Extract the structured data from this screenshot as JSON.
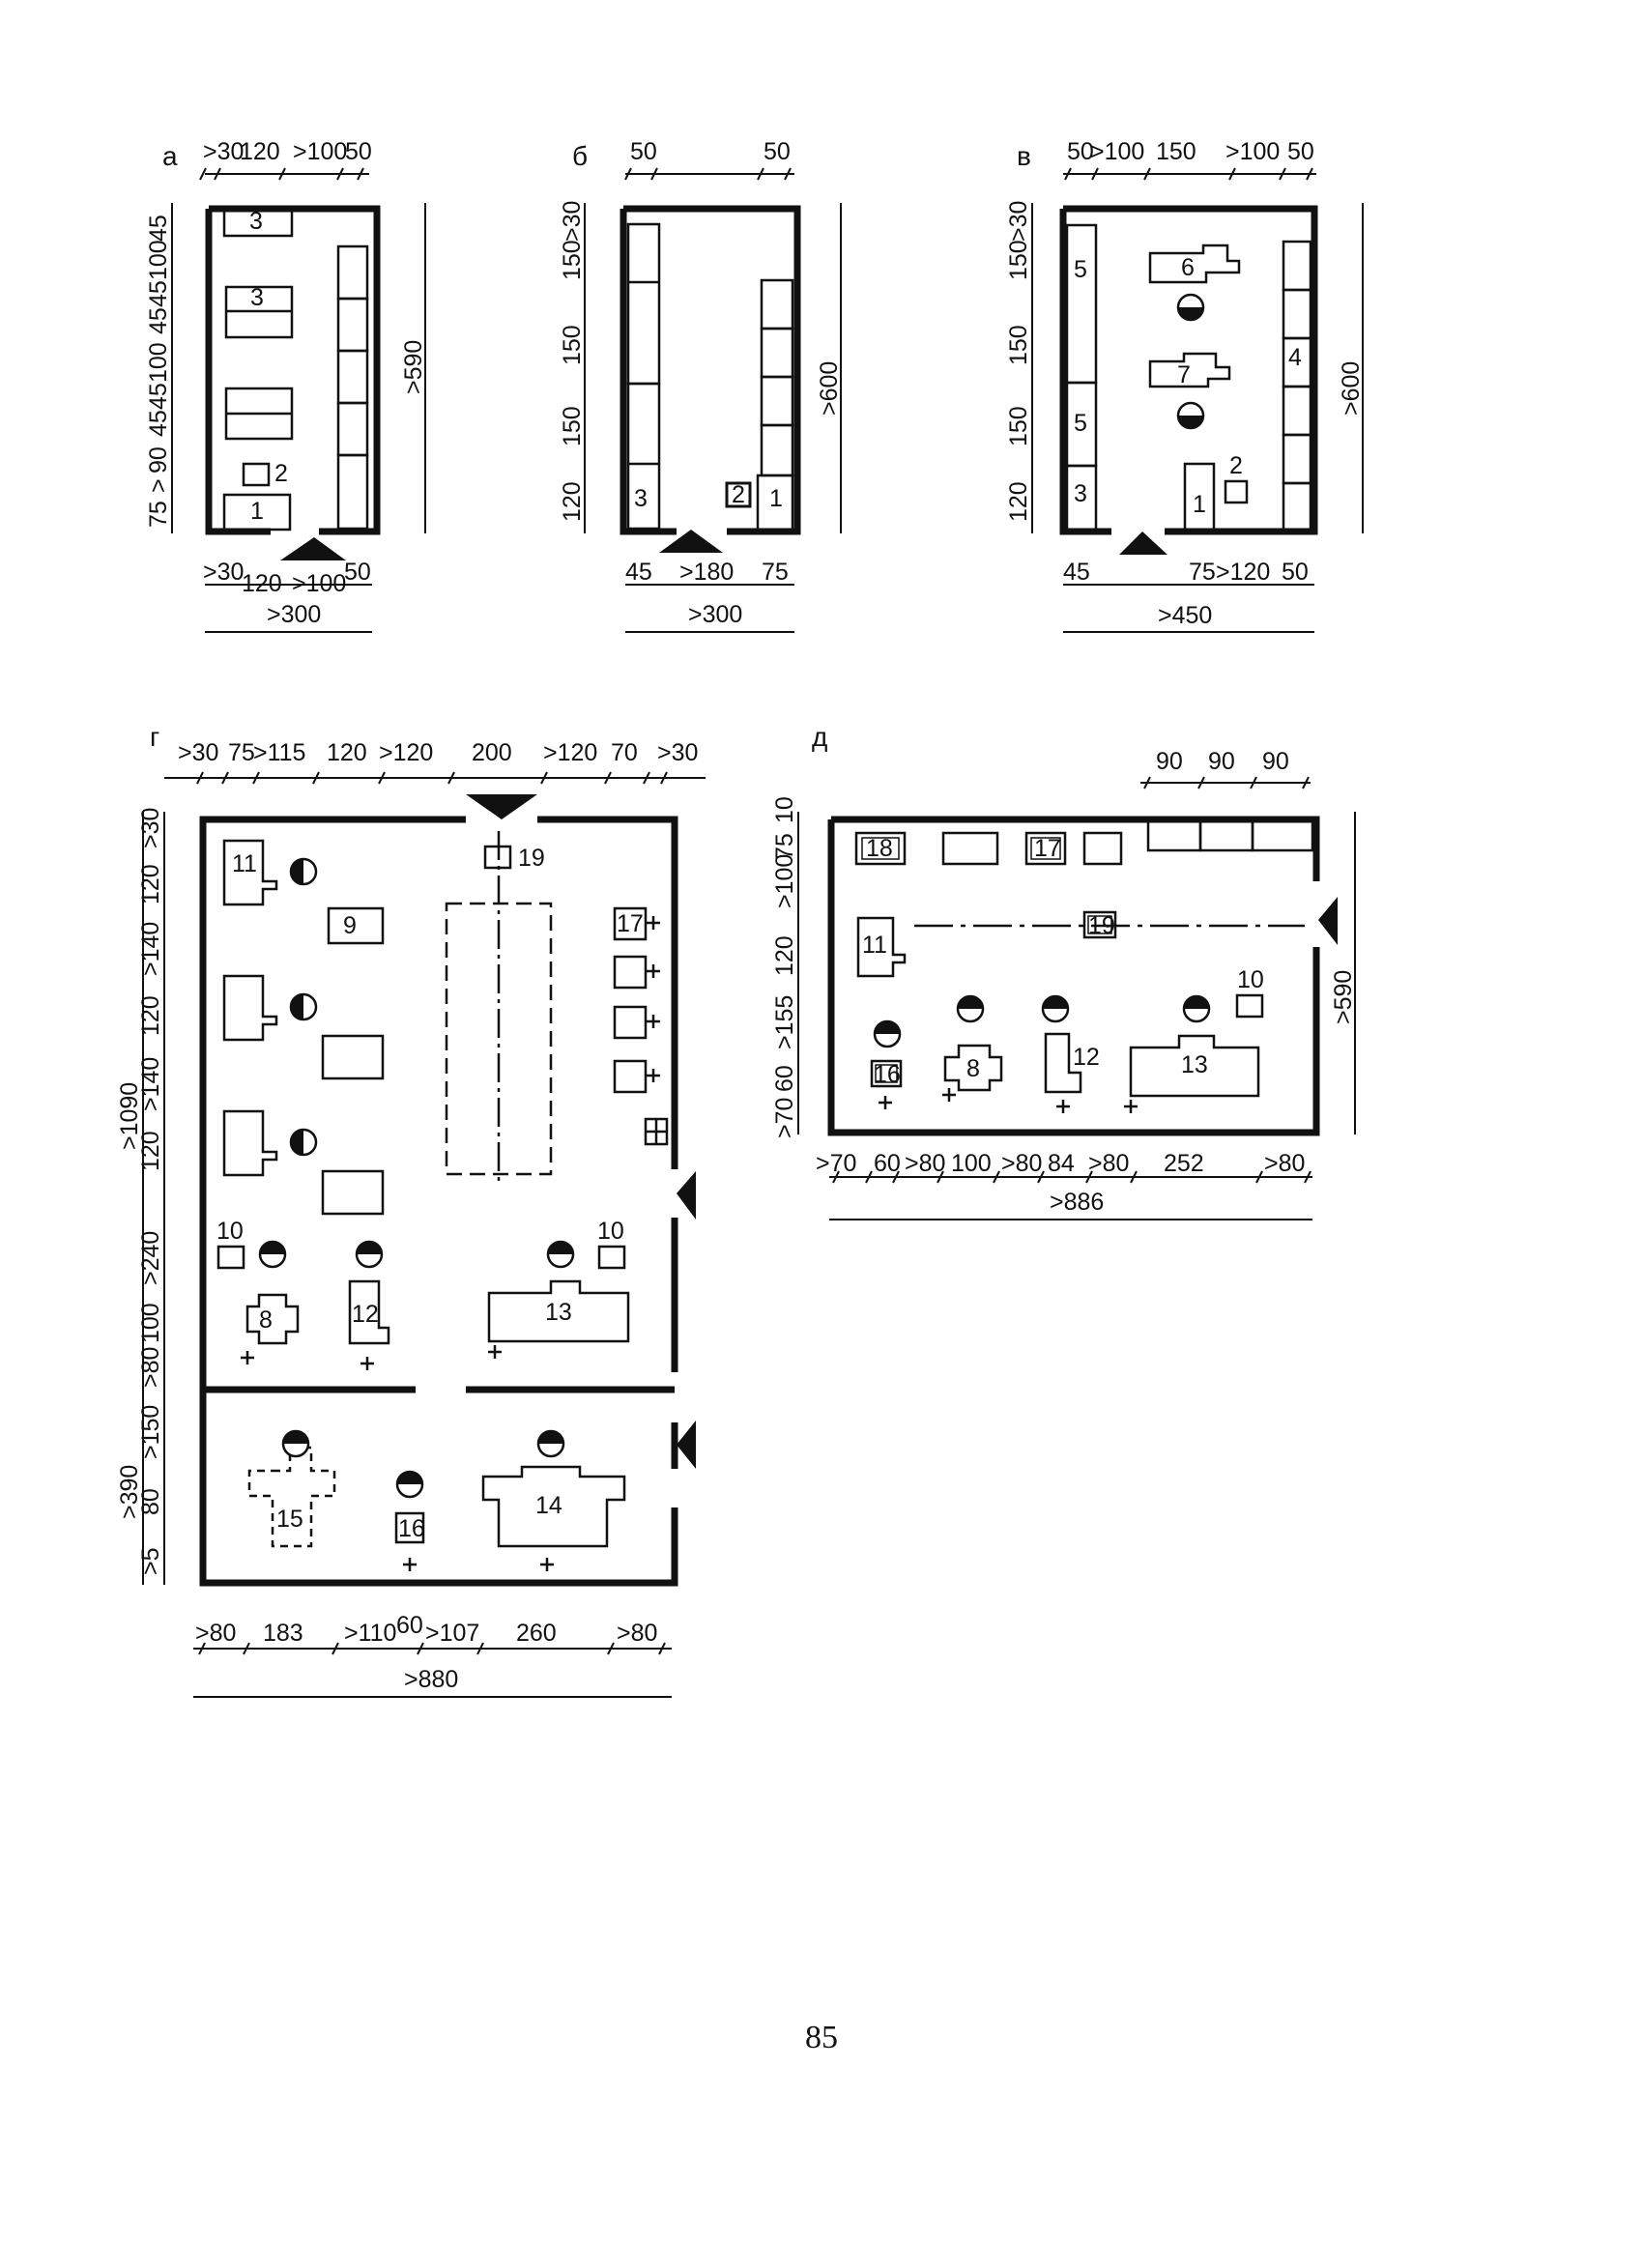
{
  "page_number": "85",
  "panels": {
    "a": {
      "letter": "а",
      "dims_top": [
        ">30",
        "120",
        ">100",
        "50"
      ],
      "dims_bottom": [
        ">30",
        "120",
        ">100",
        "50"
      ],
      "total_bottom": ">300",
      "dims_left": [
        "45",
        "100",
        "45",
        "45",
        "100",
        "45",
        "45",
        "90",
        ">",
        "75"
      ],
      "total_right": ">590",
      "labels": [
        "3",
        "3",
        "2",
        "1"
      ]
    },
    "b": {
      "letter": "б",
      "dims_top": [
        "50",
        "50"
      ],
      "dims_bottom": [
        "45",
        ">180",
        "75"
      ],
      "total_bottom": ">300",
      "dims_left": [
        ">30",
        "150",
        "150",
        "150",
        "120"
      ],
      "total_right": ">600",
      "labels": [
        "3",
        "2",
        "1"
      ]
    },
    "v": {
      "letter": "в",
      "dims_top": [
        "50",
        ">100",
        "150",
        ">100",
        "50"
      ],
      "dims_bottom": [
        "45",
        "75",
        ">120",
        "50"
      ],
      "total_bottom": ">450",
      "dims_left": [
        ">30",
        "150",
        "150",
        "150",
        "120"
      ],
      "total_right": ">600",
      "labels": [
        "5",
        "6",
        "4",
        "7",
        "5",
        "3",
        "1",
        "2"
      ]
    },
    "g": {
      "letter": "г",
      "dims_top": [
        ">30",
        "75",
        ">115",
        "120",
        ">120",
        "200",
        ">120",
        "70",
        ">30"
      ],
      "dims_bottom": [
        ">80",
        "183",
        ">110",
        "60",
        ">107",
        "260",
        ">80"
      ],
      "total_bottom": ">880",
      "dims_left": [
        ">30",
        "120",
        ">140",
        "120",
        ">140",
        "120",
        ">240",
        "100",
        ">80",
        ">150",
        "80",
        ">5"
      ],
      "total_left_upper": ">1090",
      "total_left_lower": ">390",
      "labels": [
        "11",
        "19",
        "9",
        "17",
        "10",
        "10",
        "8",
        "12",
        "13",
        "15",
        "16",
        "14"
      ]
    },
    "d": {
      "letter": "д",
      "dims_top": [
        "90",
        "90",
        "90"
      ],
      "dims_bottom": [
        ">70",
        "60",
        ">80",
        "100",
        ">80",
        "84",
        ">80",
        "252",
        ">80"
      ],
      "total_bottom": ">886",
      "dims_left": [
        "10",
        "75",
        ">100",
        "120",
        ">155",
        "60",
        ">70"
      ],
      "total_right": ">590",
      "labels": [
        "18",
        "17",
        "19",
        "11",
        "10",
        "16",
        "8",
        "12",
        "13"
      ]
    }
  }
}
